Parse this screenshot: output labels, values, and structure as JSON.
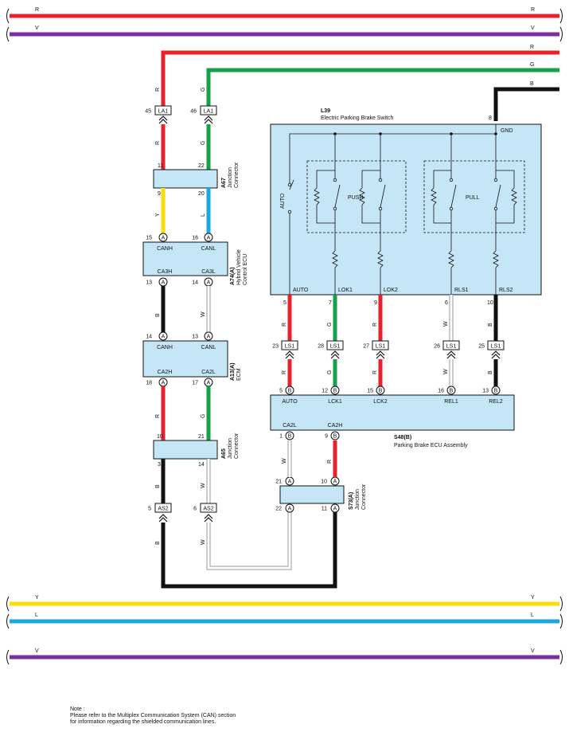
{
  "colors": {
    "R": "#e8222c",
    "V": "#7c2f9c",
    "G": "#12a24a",
    "B": "#111111",
    "Y": "#ffdd00",
    "L": "#1aa8e0",
    "W": "#ffffff",
    "box": "#c5e6f7"
  },
  "bus_labels": {
    "top_r": "R",
    "top_v": "V",
    "bot_y": "Y",
    "bot_l": "L",
    "bot_v": "V"
  },
  "feed_labels": {
    "r": "R",
    "g": "G",
    "b": "B"
  },
  "l39": {
    "code": "L39",
    "name": "Electric Parking Brake Switch",
    "pin8": "8",
    "gnd": "GND",
    "auto": "AUTO",
    "push": "PUSH",
    "pull": "PULL",
    "pins": [
      "AUTO",
      "LOK1",
      "LOK2",
      "RLS1",
      "RLS2"
    ],
    "pin_nums": [
      "5",
      "7",
      "9",
      "6",
      "10"
    ]
  },
  "a67": {
    "code": "A67",
    "name": "Junction",
    "name2": "Connector",
    "p11": "11",
    "p22": "22",
    "p9": "9",
    "p20": "20"
  },
  "a74": {
    "code": "A74(A)",
    "name": "Hybrid Vehicle",
    "name2": "Control ECU",
    "canh": "CANH",
    "canl": "CANL",
    "ca3h": "CA3H",
    "ca3l": "CA3L",
    "p15": "15",
    "p16": "16",
    "p13": "13",
    "p14": "14",
    "a": "A"
  },
  "a13": {
    "code": "A13(A)",
    "name": "ECM",
    "canh": "CANH",
    "canl": "CANL",
    "ca2h": "CA2H",
    "ca2l": "CA2L",
    "p14": "14",
    "p13": "13",
    "p18": "18",
    "p17": "17"
  },
  "a65": {
    "code": "A65",
    "name": "Junction",
    "name2": "Connector",
    "p10": "10",
    "p21": "21",
    "p3": "3",
    "p14": "14"
  },
  "s73": {
    "code": "S73(A)",
    "name": "Junction",
    "name2": "Connector",
    "p21": "21",
    "p10": "10",
    "p22": "22",
    "p11": "11"
  },
  "s48": {
    "code": "S48(B)",
    "name": "Parking Brake ECU Assembly",
    "pins": [
      "AUTO",
      "LCK1",
      "LCK2",
      "REL1",
      "REL2"
    ],
    "pin_nums": [
      "5",
      "12",
      "15",
      "16",
      "13"
    ],
    "ca2l": "CA2L",
    "ca2h": "CA2H",
    "p1": "1",
    "p9": "9",
    "b": "B"
  },
  "la1": {
    "label": "LA1",
    "p45": "45",
    "p46": "46"
  },
  "ls1": {
    "label": "LS1",
    "nums": [
      "23",
      "28",
      "27",
      "26",
      "25"
    ]
  },
  "as2": {
    "label": "AS2",
    "p5": "5",
    "p6": "6"
  },
  "wires": {
    "R": "R",
    "G": "G",
    "B": "B",
    "Y": "Y",
    "L": "L",
    "W": "W"
  },
  "note": {
    "line1": "Note :",
    "line2": "Please refer to the Multiplex Communication System (CAN) section",
    "line3": "for information regarding the shielded communication lines."
  }
}
